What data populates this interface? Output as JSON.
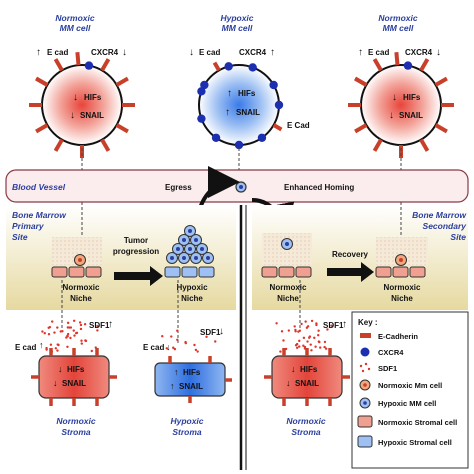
{
  "title_normoxic_mm": [
    "Normoxic",
    "MM cell"
  ],
  "title_hypoxic_mm": [
    "Hypoxic",
    "MM cell"
  ],
  "title_normoxic_mm_right": [
    "Normoxic",
    "MM cell"
  ],
  "cell_markers": {
    "e_cad": "E cad",
    "cxcr4": "CXCR4",
    "hifs": "HIFs",
    "snail": "SNAIL",
    "e_cad_right": "E Cad"
  },
  "blood_vessel": {
    "label": "Blood Vessel",
    "egress": "Egress",
    "homing": "Enhanced Homing"
  },
  "primary_site": [
    "Bone Marrow",
    "Primary",
    "Site"
  ],
  "secondary_site": [
    "Bone Marrow",
    "Secondary",
    "Site"
  ],
  "tumor_progression": [
    "Tumor",
    "progression"
  ],
  "recovery": "Recovery",
  "niches": {
    "normoxic_left": [
      "Normoxic",
      "Niche"
    ],
    "hypoxic": [
      "Hypoxic",
      "Niche"
    ],
    "normoxic_mid": [
      "Normoxic",
      "Niche"
    ],
    "normoxic_right": [
      "Normoxic",
      "Niche"
    ]
  },
  "sdf1": "SDF1",
  "stroma": {
    "normoxic_left": [
      "Normoxic",
      "Stroma"
    ],
    "hypoxic": [
      "Hypoxic",
      "Stroma"
    ],
    "normoxic_right": [
      "Normoxic",
      "Stroma"
    ]
  },
  "key": {
    "title": "Key :",
    "items": [
      "E-Cadherin",
      "CXCR4",
      "SDF1",
      "Normoxic Mm cell",
      "Hypoxic MM cell",
      "Normoxic Stromal cell",
      "Hypoxic Stromal cell"
    ]
  },
  "colors": {
    "normoxic_red": "#e8453a",
    "hypoxic_blue": "#3a7be8",
    "cxcr4_blue": "#1c2fb0",
    "ecad_red": "#c8402a",
    "site_bg": "#ece2b4",
    "vessel_bg": "#fbecee"
  }
}
